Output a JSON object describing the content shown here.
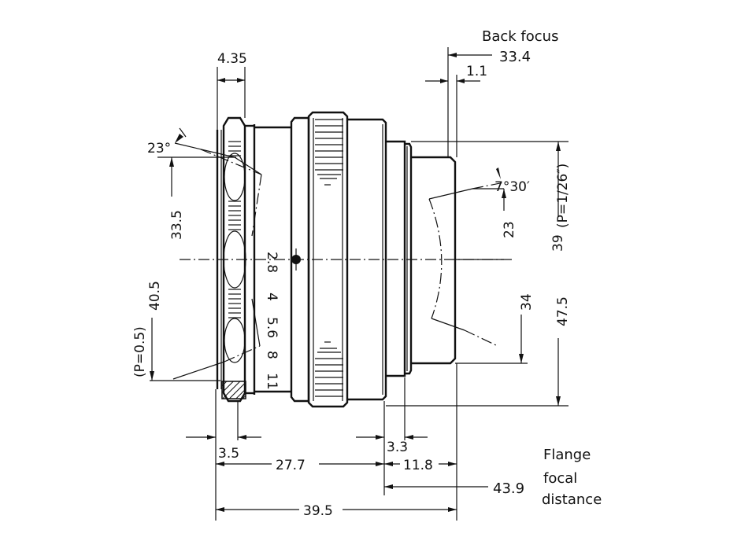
{
  "diagram": {
    "title": "Lens dimensional drawing",
    "labels": {
      "back_focus": "Back focus",
      "back_focus_value": "33.4",
      "rear_offset": "1.1",
      "front_ring_width": "4.35",
      "front_angle": "23°",
      "front_height": "33.5",
      "front_thread_dia": "40.5",
      "front_thread_pitch": "(P=0.5)",
      "rear_angle": "7°30′",
      "rear_height": "23",
      "rear_mount_dia": "39",
      "rear_mount_pitch": "(P=1/26″)",
      "rear_body_dia": "34",
      "max_dia": "47.5",
      "front_rim": "3.5",
      "body_length": "27.7",
      "flange_step": "3.3",
      "rear_length": "11.8",
      "flange_focal_value": "43.9",
      "flange_focal_line1": "Flange",
      "flange_focal_line2": "focal",
      "flange_focal_line3": "distance",
      "total_length": "39.5"
    },
    "aperture_scale": [
      "2.8",
      "4",
      "5.6",
      "8",
      "11"
    ]
  }
}
